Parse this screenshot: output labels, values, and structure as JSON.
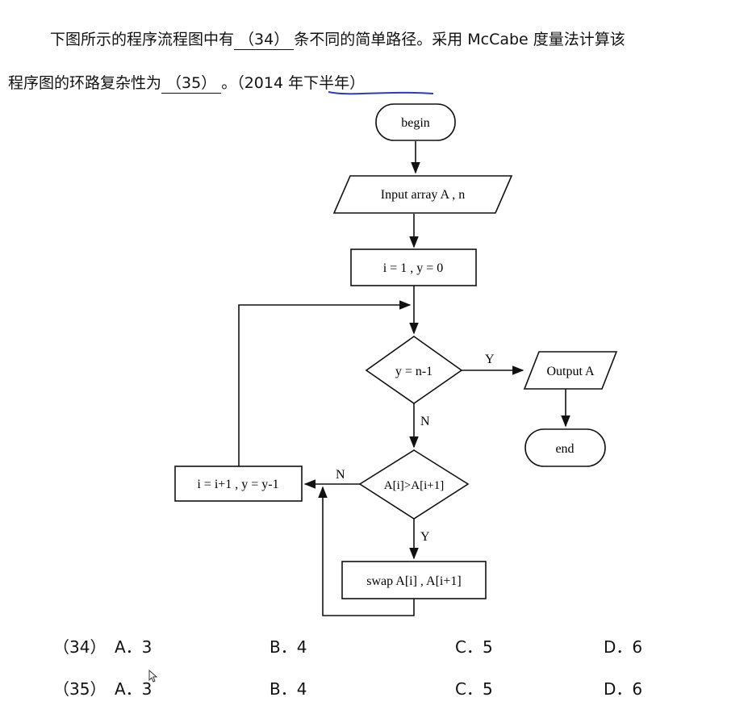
{
  "question": {
    "line1_pre": "下图所示的程序流程图中有",
    "blank34": "（34）",
    "line1_post": "条不同的简单路径。采用 McCabe 度量法计算该",
    "line2_pre": "程序图的环路复杂性为",
    "blank35": "（35）",
    "line2_mid": "。（",
    "source": "2014 年下半年",
    "line2_post": "）"
  },
  "flowchart": {
    "begin": "begin",
    "input": "Input array A , n",
    "init": "i = 1 , y = 0",
    "cond_y": "y = n-1",
    "output": "Output A",
    "end": "end",
    "cond_a": "A[i]>A[i+1]",
    "update": "i = i+1 , y = y-1",
    "swap": "swap A[i] , A[i+1]",
    "label_y1": "Y",
    "label_n1": "N",
    "label_n2": "N",
    "label_y2": "Y"
  },
  "options": {
    "q34": {
      "num": "（34）",
      "a": "A．3",
      "b": "B．4",
      "c": "C．5",
      "d": "D．6"
    },
    "q35": {
      "num": "（35）",
      "a": "A．3",
      "b": "B．4",
      "c": "C．5",
      "d": "D．6"
    }
  },
  "colors": {
    "text": "#111111",
    "handwriting": "#2b3fa8"
  },
  "icons": [
    "mouse-cursor-icon"
  ]
}
